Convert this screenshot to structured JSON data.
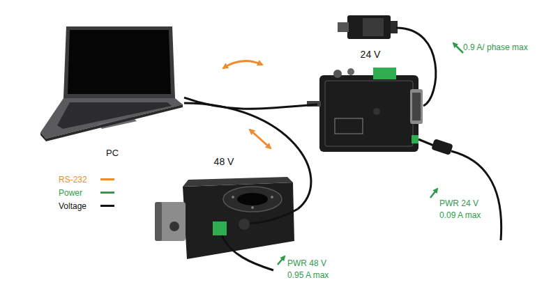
{
  "diagram": {
    "nodes": [
      {
        "text": [
          "PC"
        ]
      },
      {
        "text": [
          "24 V"
        ]
      },
      {
        "text": [
          "48 V"
        ]
      }
    ],
    "edges": [
      {
        "from": 0,
        "to": 1,
        "arrow": "none"
      },
      {
        "from": 0,
        "to": 2,
        "arrow": "none"
      }
    ],
    "labels": [
      "0.9 A/ phase max",
      "PWR 24 V",
      "0.09 A max",
      "PWR 48 V",
      "0.95 A max"
    ],
    "legend": [
      {
        "text": "RS-232",
        "color": "#f08a2e"
      },
      {
        "text": "Power",
        "color": "#2f9a4c"
      },
      {
        "text": "Voltage",
        "color": "#111111"
      }
    ]
  }
}
